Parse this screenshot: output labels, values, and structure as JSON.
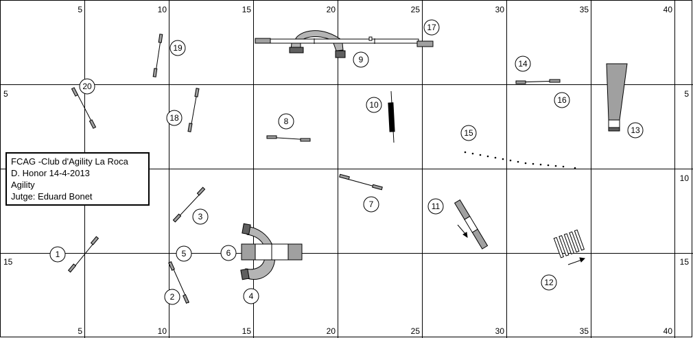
{
  "grid": {
    "columns": 8,
    "rows": 4,
    "top_axis_labels": [
      "5",
      "10",
      "15",
      "20",
      "25",
      "30",
      "35",
      "40"
    ],
    "bottom_axis_labels": [
      "5",
      "10",
      "15",
      "20",
      "25",
      "30",
      "35",
      "40"
    ],
    "left_axis_labels": [
      "5",
      "15"
    ],
    "right_axis_labels": [
      "5",
      "10",
      "15"
    ]
  },
  "info": {
    "club": "FCAG -Club d'Agility La Roca",
    "date_line": "D. Honor 14-4-2013",
    "category": "Agility",
    "judge": "Jutge: Eduard Bonet"
  },
  "obstacle_numbers": [
    "1",
    "2",
    "3",
    "4",
    "5",
    "6",
    "7",
    "8",
    "9",
    "10",
    "11",
    "12",
    "13",
    "14",
    "15",
    "16",
    "17",
    "18",
    "19",
    "20"
  ],
  "colors": {
    "grid_line": "#000000",
    "obstacle_fill": "#a0a0a0",
    "tunnel_fill": "#b4b4b4"
  }
}
